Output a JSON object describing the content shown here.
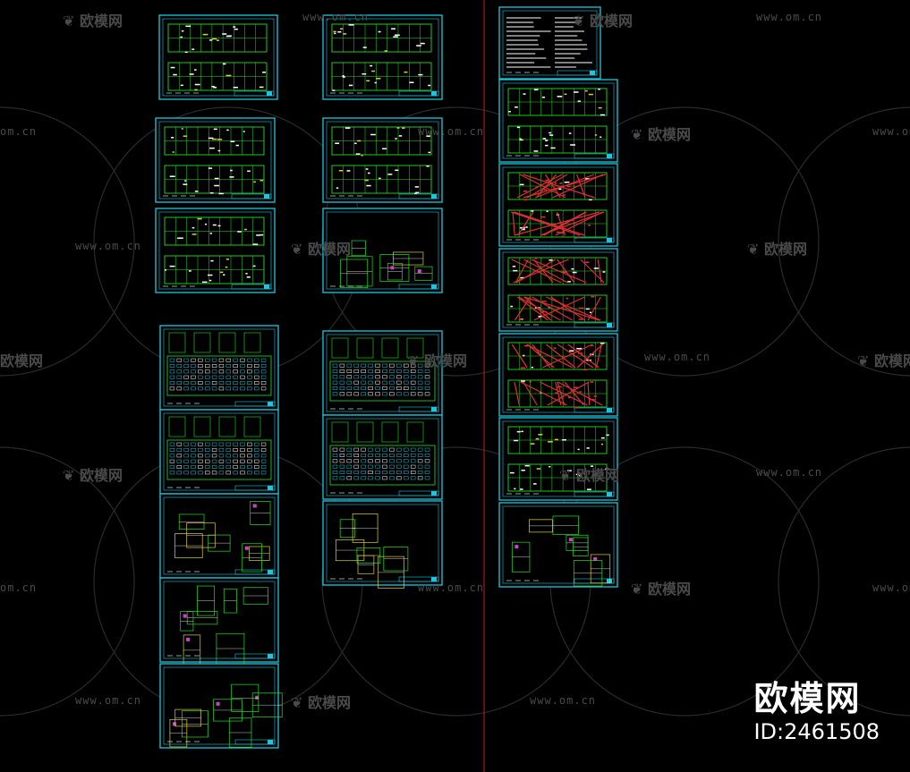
{
  "watermark": {
    "text": "欧模网",
    "url": "www.om.cn",
    "partial_url": "om.cn"
  },
  "brand": {
    "name": "欧模网",
    "id": "ID:2461508"
  },
  "colors": {
    "background": "#000000",
    "frame": "#19c8e0",
    "linework": "#22e022",
    "accent_red": "#e03030",
    "accent_yellow": "#e0d030",
    "divider": "#c02020"
  }
}
